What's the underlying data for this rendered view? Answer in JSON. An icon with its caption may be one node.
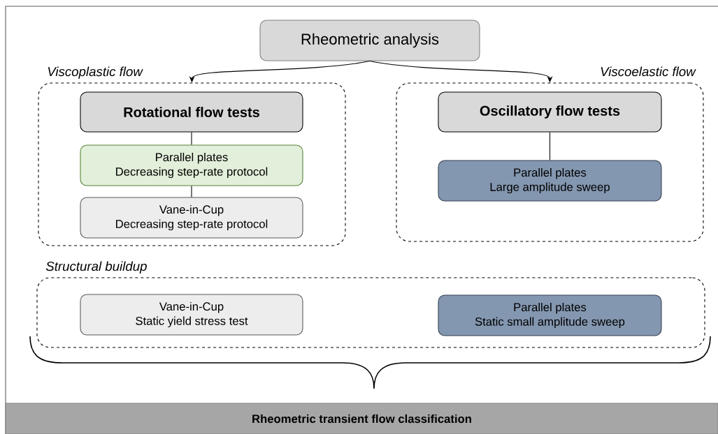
{
  "diagram": {
    "nodes": [
      {
        "text": [
          "Rheometric analysis"
        ]
      },
      {
        "text": [
          "Viscoplastic flow"
        ]
      },
      {
        "text": [
          "Rotational flow tests"
        ],
        "in": 1
      },
      {
        "text": [
          "Parallel plates",
          "Decreasing step-rate protocol"
        ],
        "in": 1
      },
      {
        "text": [
          "Vane-in-Cup",
          "Decreasing step-rate protocol"
        ],
        "in": 1
      },
      {
        "text": [
          "Viscoelastic flow"
        ]
      },
      {
        "text": [
          "Oscillatory flow tests"
        ],
        "in": 5
      },
      {
        "text": [
          "Parallel plates",
          "Large amplitude sweep"
        ],
        "in": 5
      },
      {
        "text": [
          "Structural buildup"
        ]
      },
      {
        "text": [
          "Vane-in-Cup",
          "Static yield stress test"
        ],
        "in": 8
      },
      {
        "text": [
          "Parallel plates",
          "Static small amplitude sweep"
        ],
        "in": 8
      },
      {
        "text": [
          "Rheometric transient flow classification"
        ]
      }
    ],
    "edges": [
      {
        "from": 0,
        "to": 1,
        "arrow": "to"
      },
      {
        "from": 0,
        "to": 5,
        "arrow": "to"
      },
      {
        "from": 2,
        "to": 3,
        "arrow": "none"
      },
      {
        "from": 3,
        "to": 4,
        "arrow": "none"
      },
      {
        "from": 6,
        "to": 7,
        "arrow": "none"
      }
    ]
  }
}
